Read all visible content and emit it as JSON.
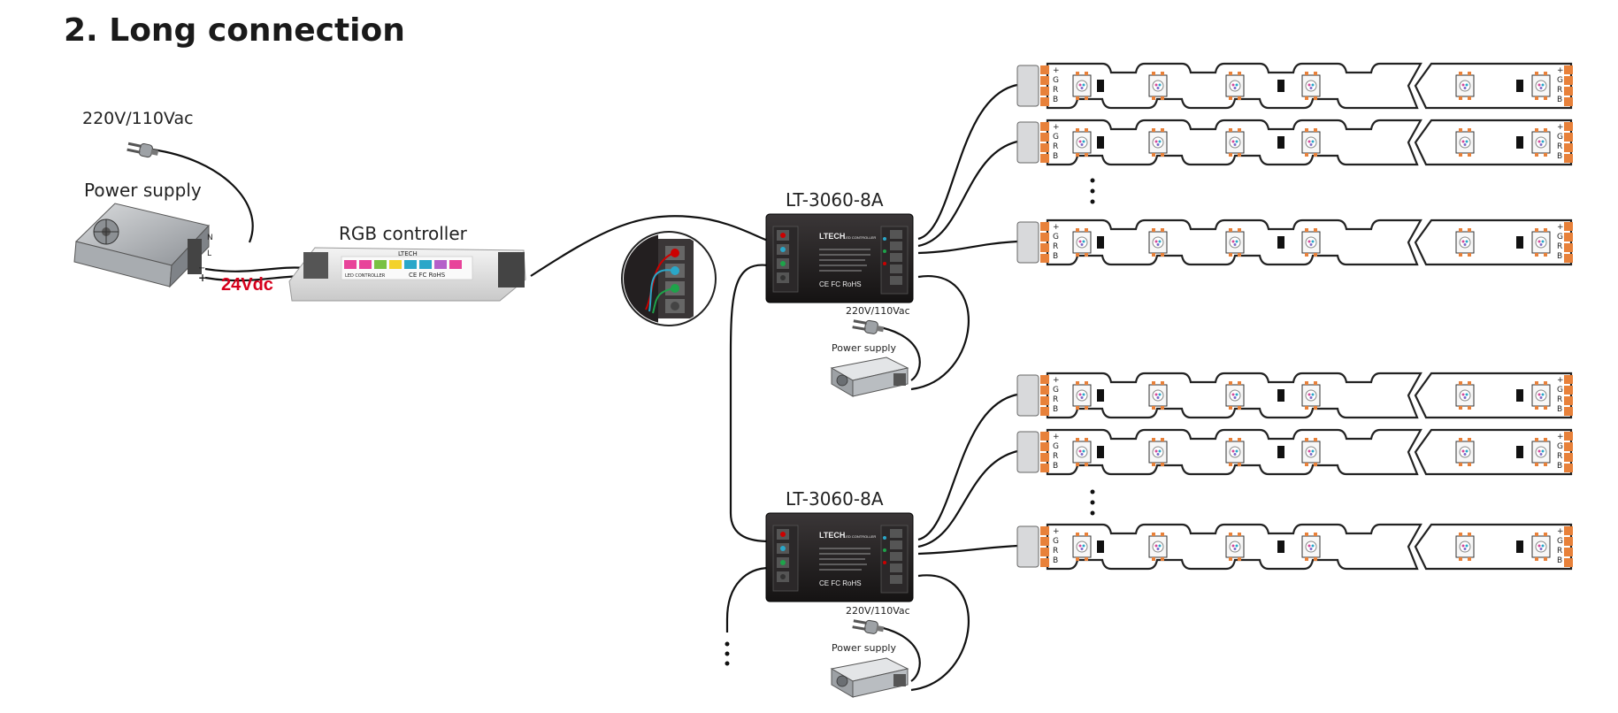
{
  "title": "2.  Long connection",
  "labels": {
    "mains_main": "220V/110Vac",
    "power_supply_main": "Power supply",
    "vdc": "24Vdc",
    "rgb_controller": "RGB controller",
    "amp_top": "LT-3060-8A",
    "amp_bottom": "LT-3060-8A",
    "mains_top": "220V/110Vac",
    "power_supply_top": "Power supply",
    "mains_bottom": "220V/110Vac",
    "power_supply_bottom": "Power supply"
  },
  "device_text": {
    "brand": "LTECH",
    "brand_sub": "LED CONTROLLER",
    "cert": "CE FC RoHS",
    "ce": "CE",
    "fc": "FC",
    "rohs": "RoHS",
    "ctrl_sub": "LED CONTROLLER",
    "ctrl_cert": "CE FC RoHS"
  },
  "strip_pins": [
    "+",
    "G",
    "R",
    "B"
  ],
  "colors": {
    "accent_red": "#d6001c",
    "amp_body": "#231f20",
    "strip_pad": "#e8813a",
    "wire": "#111111"
  }
}
